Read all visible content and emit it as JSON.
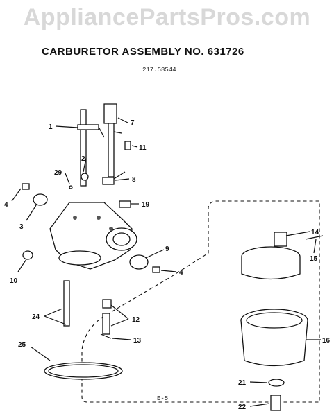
{
  "watermark": "AppliancePartsPros.com",
  "title": "CARBURETOR ASSEMBLY NO. 631726",
  "model_number": "217.58544",
  "page_number": "E-5",
  "callouts": {
    "c1": "1",
    "c2": "2",
    "c3": "3",
    "c4a": "4",
    "c4b": "4",
    "c7": "7",
    "c8": "8",
    "c9": "9",
    "c10": "10",
    "c11": "11",
    "c12": "12",
    "c13": "13",
    "c14": "14",
    "c15": "15",
    "c16": "16",
    "c19": "19",
    "c21": "21",
    "c22": "22",
    "c24": "24",
    "c25": "25",
    "c29": "29"
  }
}
